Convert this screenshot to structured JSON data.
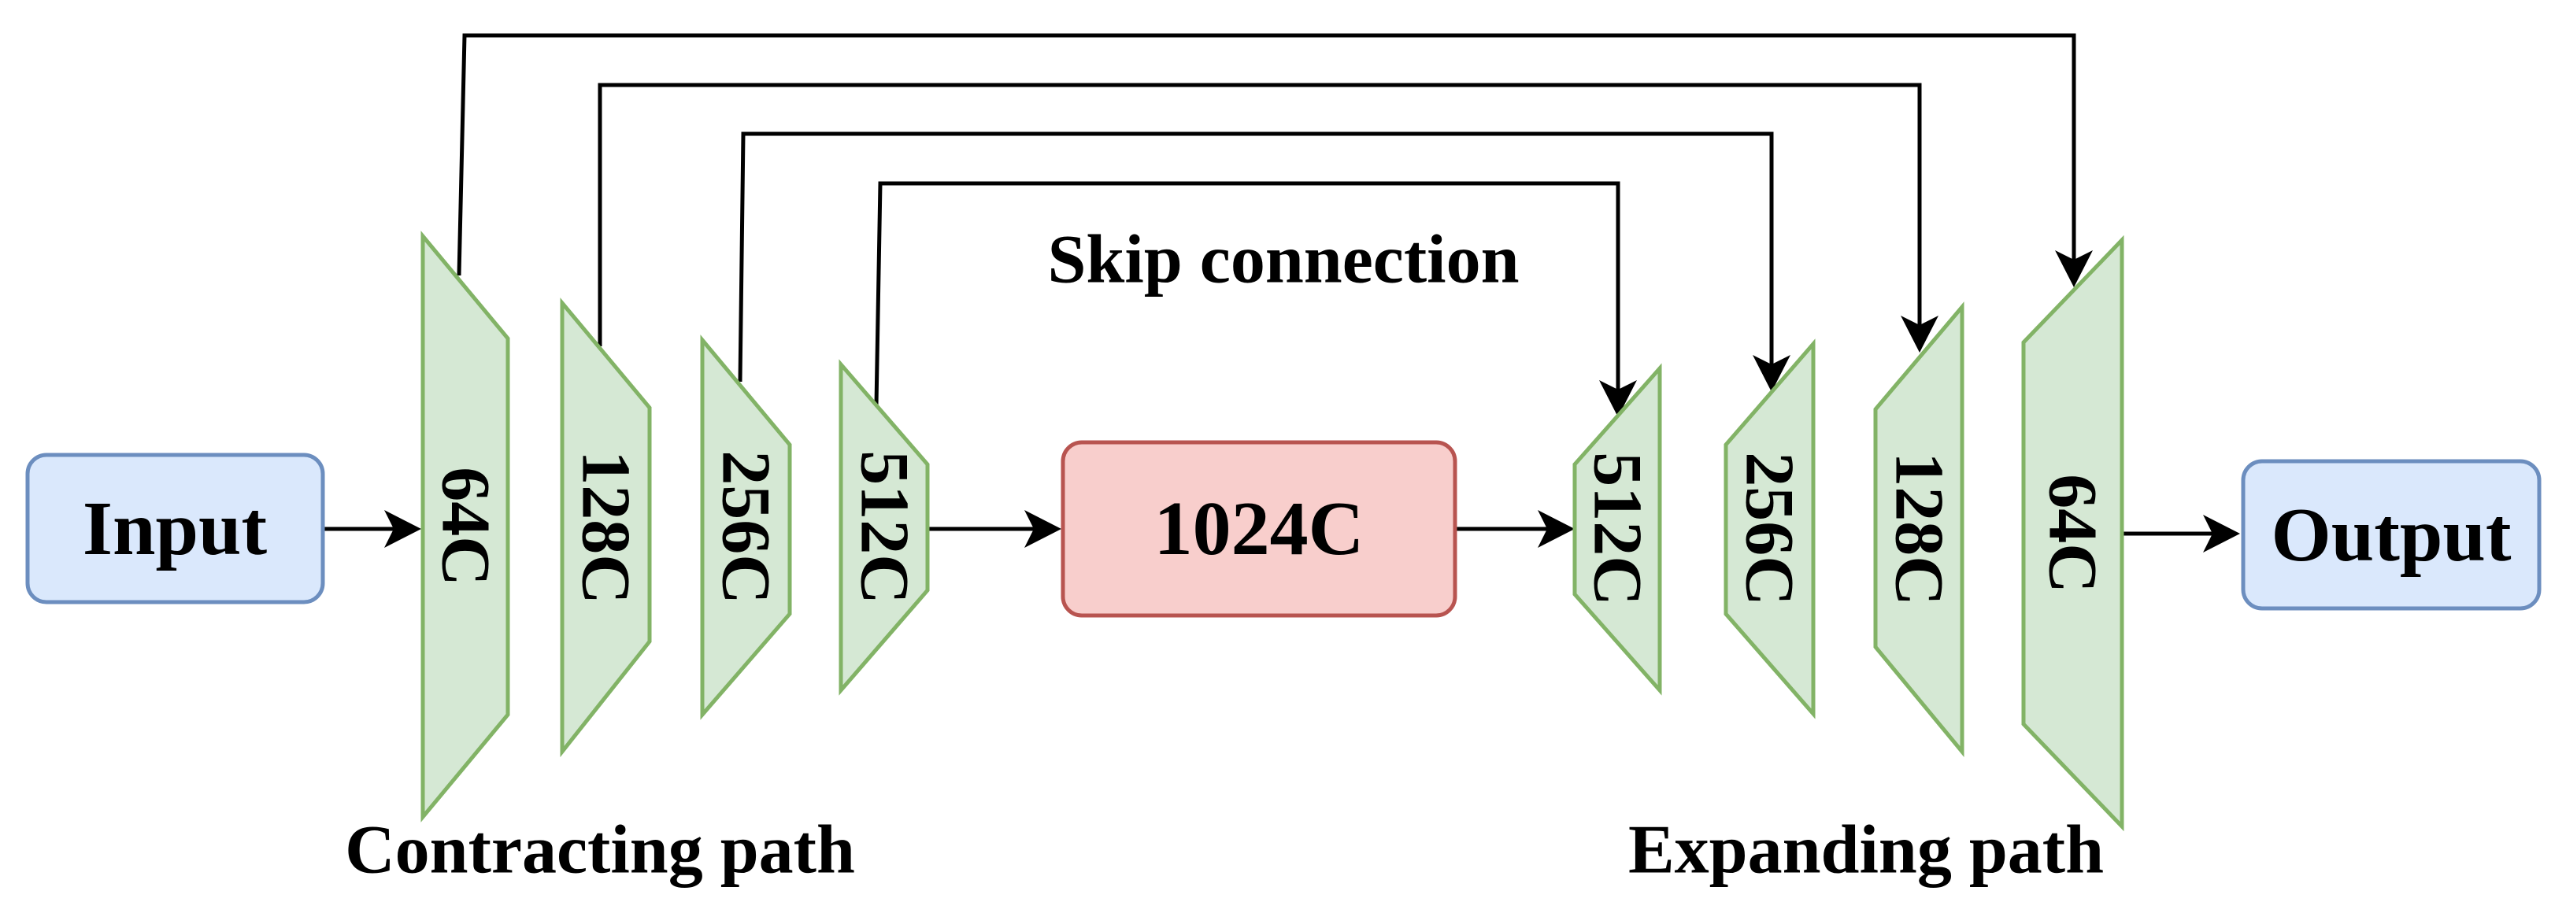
{
  "nodes": {
    "input": "Input",
    "output": "Output",
    "bottleneck": "1024C"
  },
  "encoder_blocks": [
    "64C",
    "128C",
    "256C",
    "512C"
  ],
  "decoder_blocks": [
    "512C",
    "256C",
    "128C",
    "64C"
  ],
  "labels": {
    "skip": "Skip connection",
    "contracting": "Contracting path",
    "expanding": "Expanding path"
  },
  "colors": {
    "io_fill": "#dae8fc",
    "io_stroke": "#6c8ebf",
    "bottleneck_fill": "#f8cecc",
    "bottleneck_stroke": "#b85450",
    "block_fill": "#d5e8d4",
    "block_stroke": "#82b366"
  }
}
